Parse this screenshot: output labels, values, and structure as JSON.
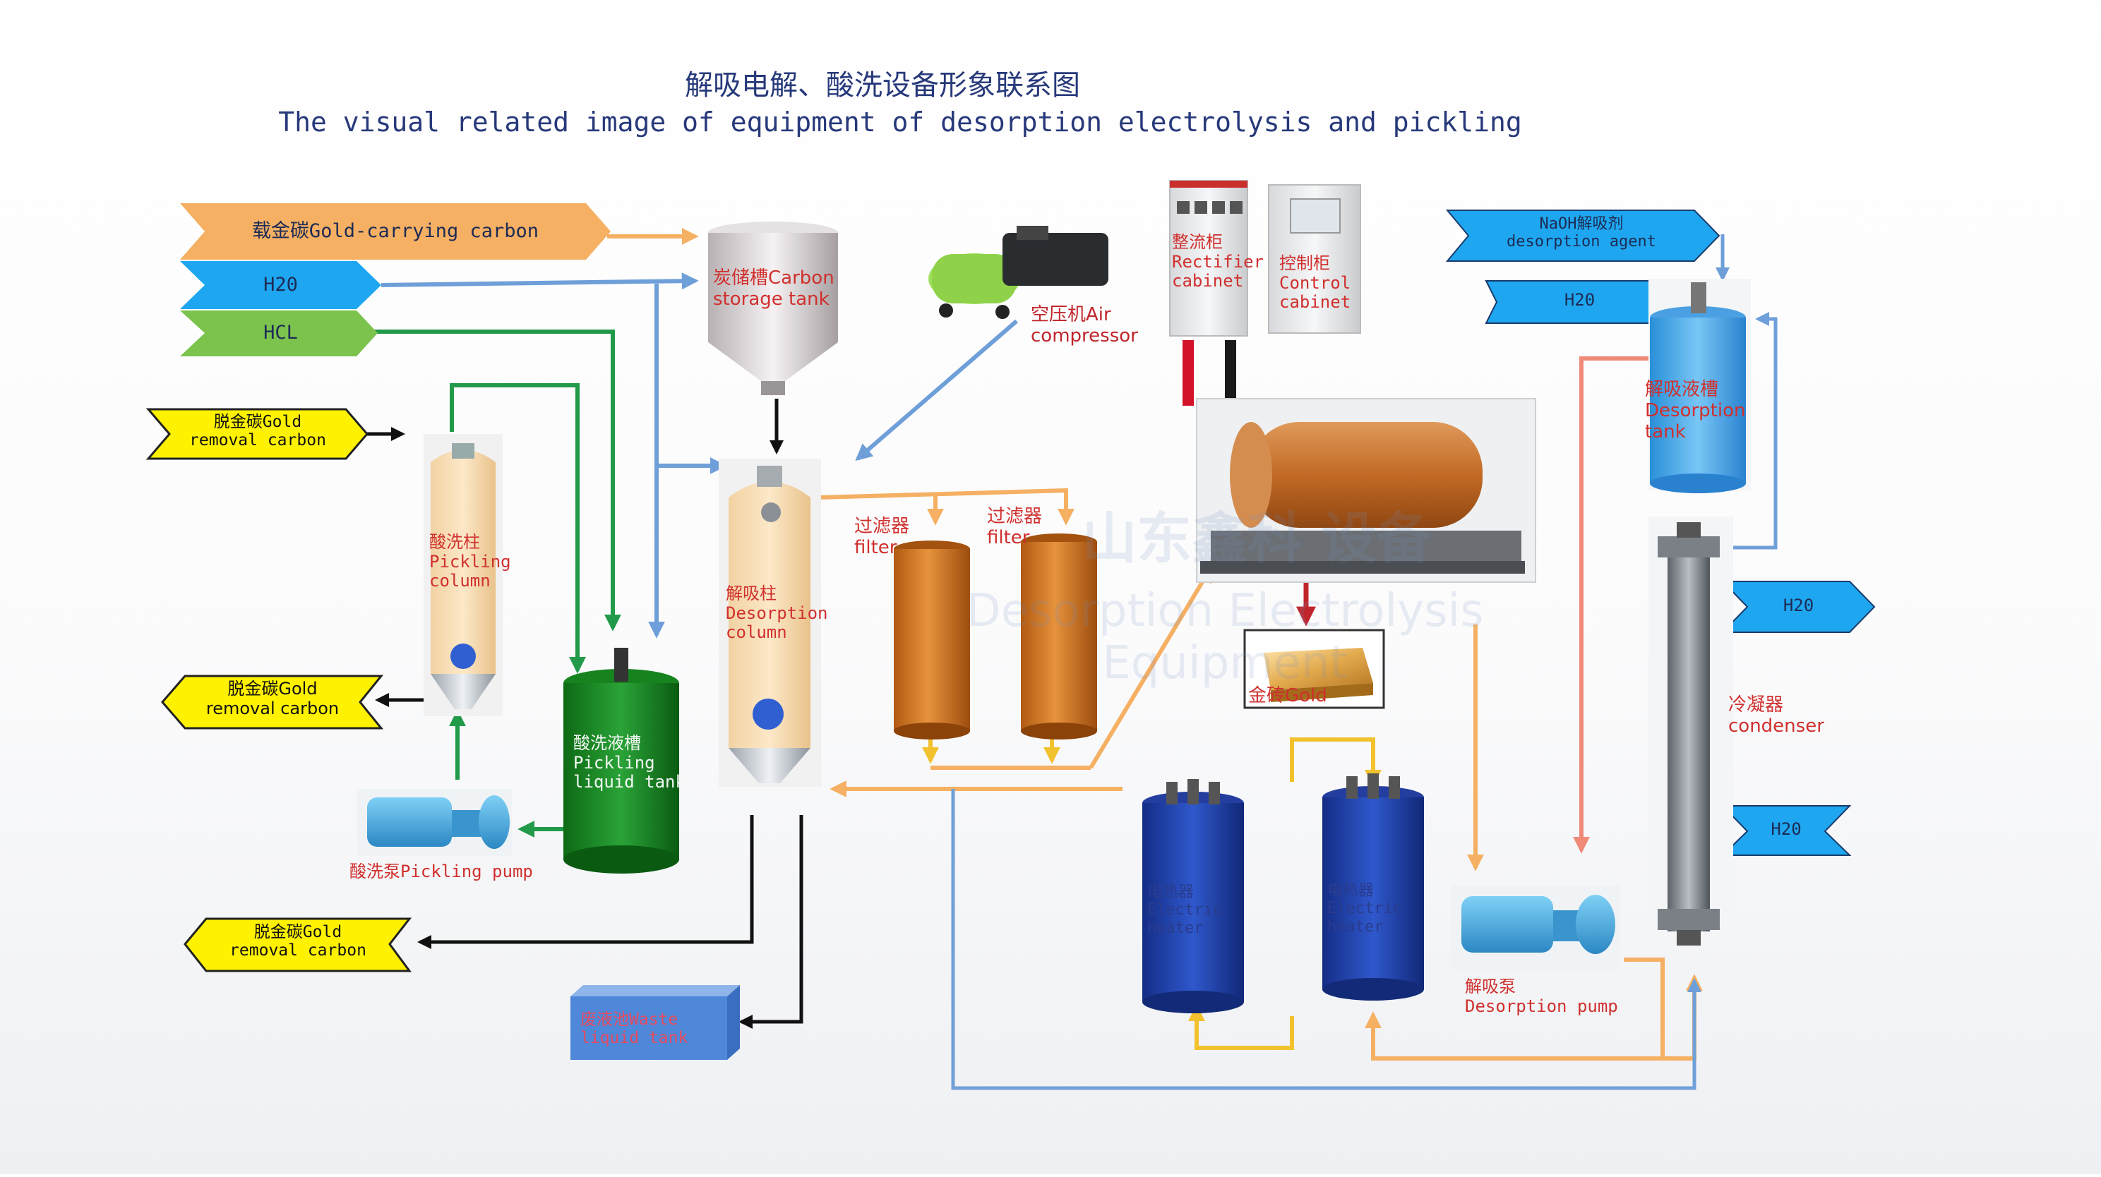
{
  "title": {
    "cn": "解吸电解、酸洗设备形象联系图",
    "en": "The visual related image of equipment of  desorption electrolysis and pickling"
  },
  "inputs": {
    "gold_carrying_carbon": "载金碳Gold-carrying carbon",
    "h2o_top": "H20",
    "hcl": "HCL",
    "gold_removal_left_1": "脱金碳Gold\nremoval carbon",
    "naoh": "NaOH解吸剂\ndesorption agent",
    "h2o_right_top": "H20"
  },
  "outputs": {
    "gold_removal_left_2": "脱金碳Gold\nremoval carbon",
    "gold_removal_bottom": "脱金碳Gold\nremoval carbon"
  },
  "condenser_water": {
    "in_top": "H20",
    "in_bottom": "H20"
  },
  "equipment": {
    "carbon_tank": "炭储槽Carbon\nstorage tank",
    "air_compressor": "空压机Air\ncompressor",
    "rectifier": "整流柜\nRectifier\ncabinet",
    "control": "控制柜\nControl\ncabinet",
    "pickling_column": "酸洗柱\nPickling\ncolumn",
    "pickling_tank": "酸洗液槽\nPickling\nliquid tank",
    "pickling_pump": "酸洗泵Pickling pump",
    "desorption_column": "解吸柱\nDesorption\ncolumn",
    "filter_1": "过滤器\nfilter",
    "filter_2": "过滤器\nfilter",
    "gold_brick": "金砖Gold",
    "desorption_tank": "解吸液槽\nDesorption\ntank",
    "condenser": "冷凝器\ncondenser",
    "heater_1": "电热器\nElectric\nheater",
    "heater_2": "电热器\nElectric\nheater",
    "desorption_pump": "解吸泵\nDesorption pump",
    "waste_tank": "废液池Waste\nliquid tank"
  },
  "watermark": {
    "cn": "山东鑫科  设备",
    "en": "Desorption Electrolysis Equipment"
  },
  "colors": {
    "orange_arrow": "#f5b063",
    "blue_arrow": "#6f9fd8",
    "green_arrow": "#229a4a",
    "yellow_tag": "#fff200",
    "blue_tag": "#1ea7f0",
    "green_tag": "#7cc34e",
    "red_label": "#d0302e"
  }
}
